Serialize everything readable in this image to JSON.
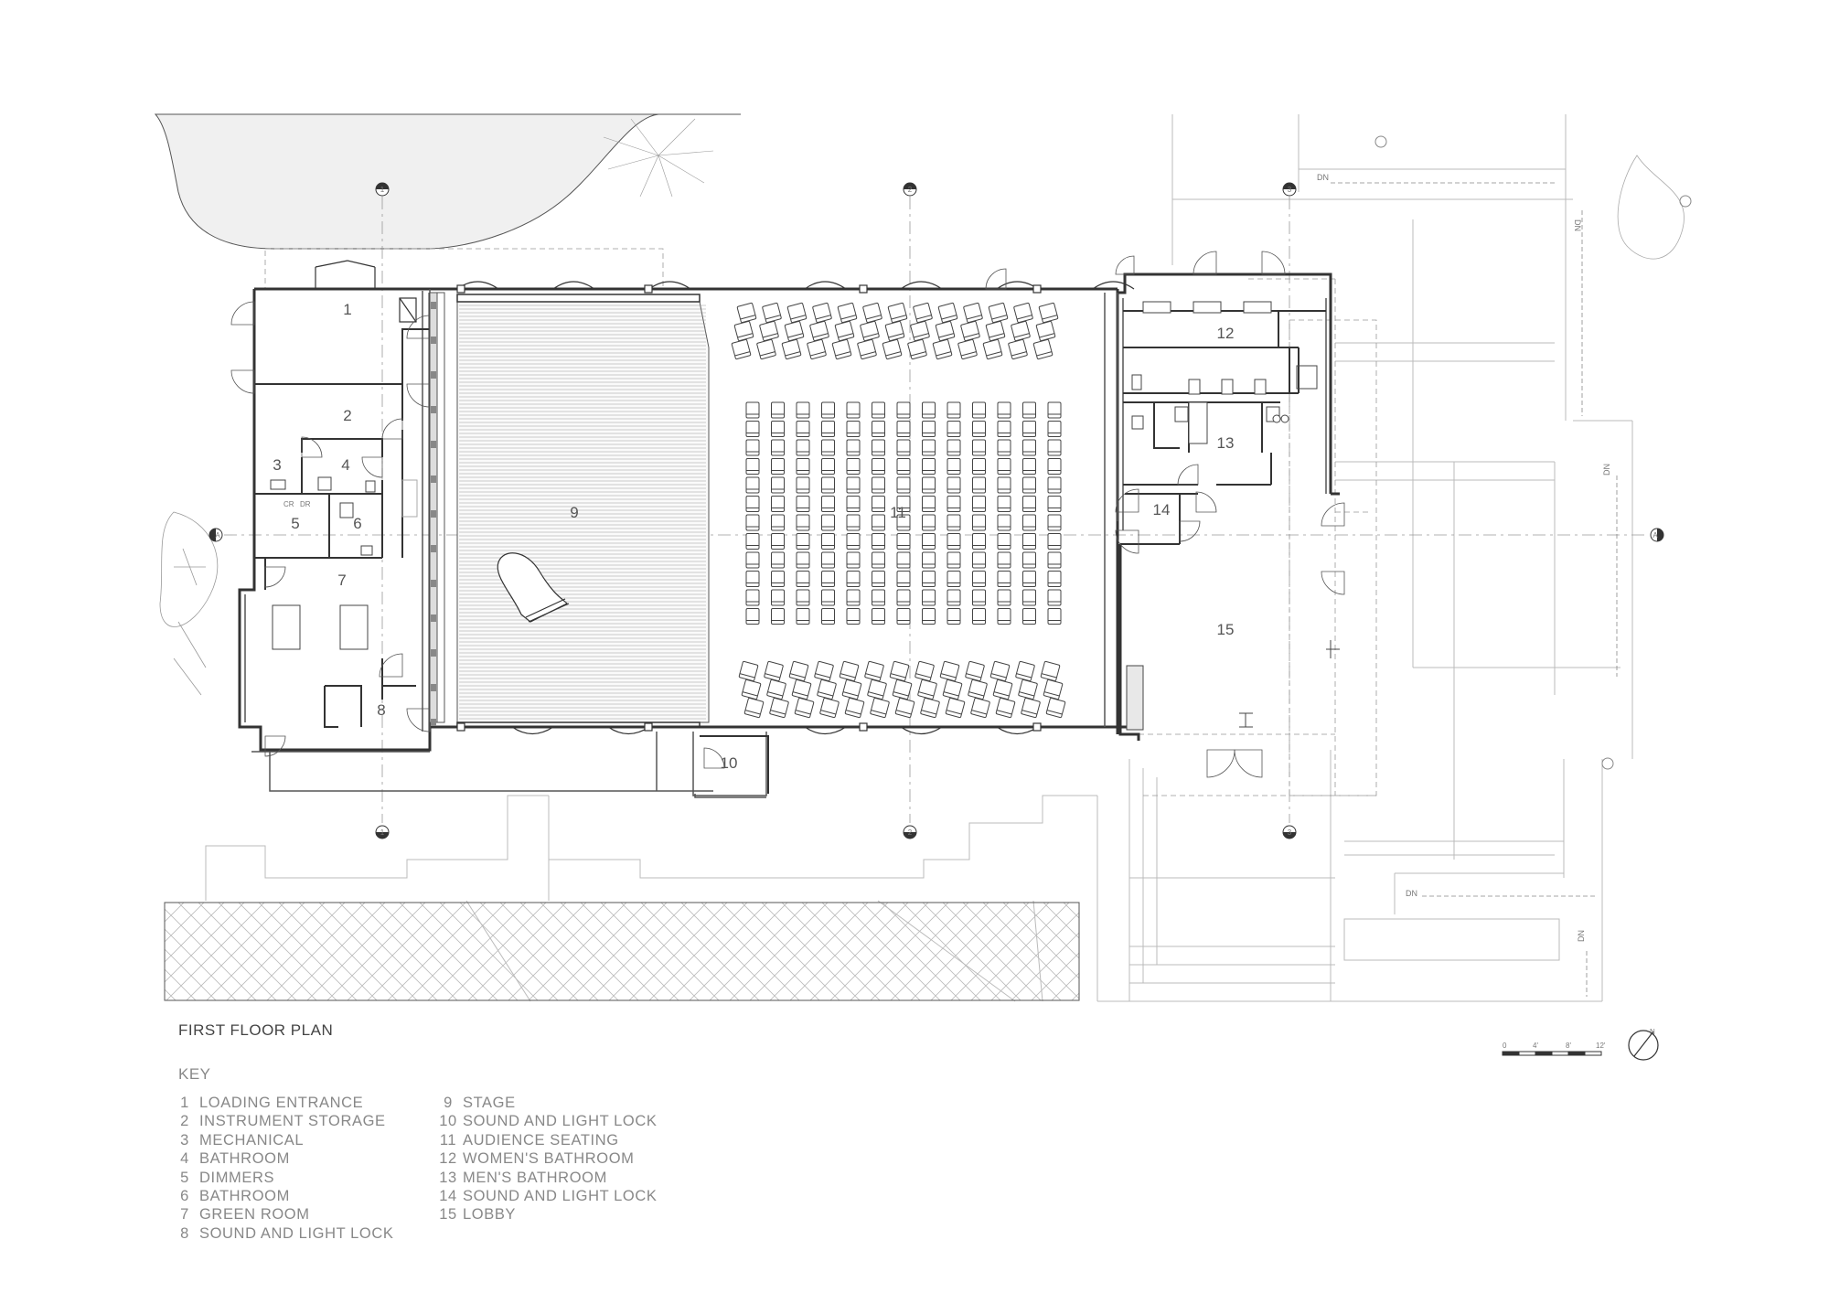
{
  "plan_title": "FIRST FLOOR PLAN",
  "key_heading": "KEY",
  "key_left": [
    {
      "num": "1",
      "label": "LOADING ENTRANCE"
    },
    {
      "num": "2",
      "label": "INSTRUMENT STORAGE"
    },
    {
      "num": "3",
      "label": "MECHANICAL"
    },
    {
      "num": "4",
      "label": "BATHROOM"
    },
    {
      "num": "5",
      "label": "DIMMERS"
    },
    {
      "num": "6",
      "label": "BATHROOM"
    },
    {
      "num": "7",
      "label": "GREEN ROOM"
    },
    {
      "num": "8",
      "label": "SOUND AND LIGHT LOCK"
    }
  ],
  "key_right": [
    {
      "num": "9",
      "label": "STAGE"
    },
    {
      "num": "10",
      "label": "SOUND AND LIGHT LOCK"
    },
    {
      "num": "11",
      "label": "AUDIENCE SEATING"
    },
    {
      "num": "12",
      "label": "WOMEN'S BATHROOM"
    },
    {
      "num": "13",
      "label": "MEN'S BATHROOM"
    },
    {
      "num": "14",
      "label": "SOUND AND LIGHT LOCK"
    },
    {
      "num": "15",
      "label": "LOBBY"
    }
  ],
  "room_numbers": [
    "1",
    "2",
    "3",
    "4",
    "5",
    "6",
    "7",
    "8",
    "9",
    "10",
    "11",
    "12",
    "13",
    "14",
    "15"
  ],
  "grid_markers": [
    "1",
    "2",
    "3",
    "A"
  ],
  "stair_label": "DN",
  "small_labels": [
    "CR",
    "DR"
  ],
  "scale_labels": [
    "0",
    "4'",
    "8'",
    "12'"
  ],
  "north_label": "N",
  "colors": {
    "wall": "#333333",
    "line": "#bbbbbb",
    "fill": "#f0f0f0"
  }
}
